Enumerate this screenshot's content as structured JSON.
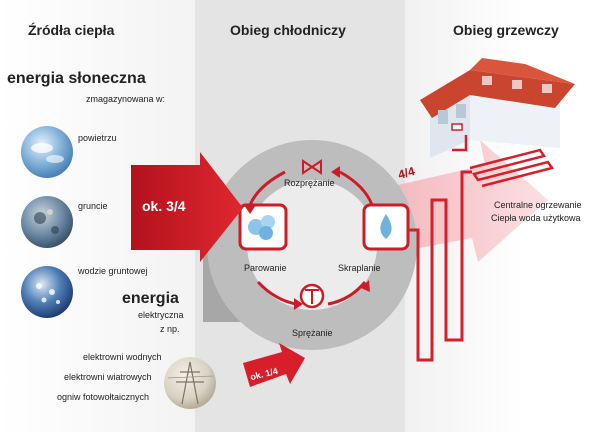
{
  "headings": {
    "sources": "Źródła ciepła",
    "refrigeration_cycle": "Obieg chłodniczy",
    "heating_cycle": "Obieg grzewczy"
  },
  "solar": {
    "title": "energia słoneczna",
    "subtitle": "zmagazynowana w:",
    "sources": [
      "powietrzu",
      "gruncie",
      "wodzie gruntowej"
    ]
  },
  "electric": {
    "title": "energia",
    "line1": "elektryczna",
    "line2": "z np.",
    "sources": [
      "elektrowni wodnych",
      "elektrowni wiatrowych",
      "ogniw fotowołtaicznych"
    ]
  },
  "cycle": {
    "expansion": "Rozprężanie",
    "evaporation": "Parowanie",
    "condensation": "Skraplanie",
    "compression": "Sprężanie"
  },
  "arrows": {
    "environment_share": "ok. 3/4",
    "electric_share": "ok. 1/4",
    "output_share": "4/4"
  },
  "heating": {
    "line1": "Centralne ogrzewanie",
    "line2": "Ciepła woda użytkowa"
  },
  "colors": {
    "accent_red": "#d61f2b",
    "panel_gray": "#e4e4e4",
    "ring_gray": "#b9b9b9"
  }
}
